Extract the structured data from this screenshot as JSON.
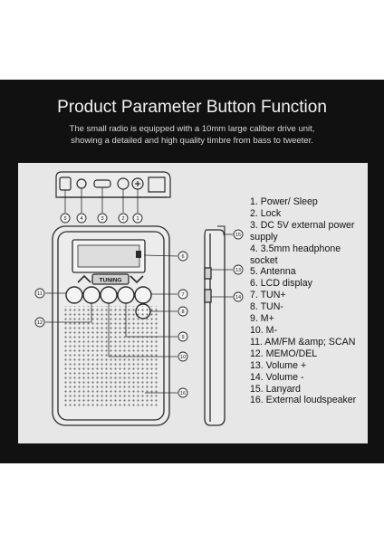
{
  "header": {
    "title": "Product Parameter Button Function",
    "subtitle_line1": "The small radio is equipped with a 10mm large caliber drive unit,",
    "subtitle_line2": "showing a detailed and high quality timbre from bass to tweeter."
  },
  "device": {
    "tuning_label": "TUNING"
  },
  "legend": {
    "items": [
      "1. Power/ Sleep",
      "2. Lock",
      "3. DC 5V external power",
      "supply",
      "4. 3.5mm headphone",
      "socket",
      "5. Antenna",
      "6. LCD display",
      "7. TUN+",
      "8. TUN-",
      "9. M+",
      "10. M-",
      "11. AM/FM &amp; SCAN",
      "12. MEMO/DEL",
      "13. Volume +",
      "14. Volume -",
      "15. Lanyard",
      "16. External loudspeaker"
    ]
  },
  "markers": [
    "1",
    "2",
    "3",
    "4",
    "5",
    "6",
    "7",
    "8",
    "9",
    "10",
    "11",
    "12",
    "13",
    "14",
    "15",
    "16"
  ],
  "colors": {
    "panel": "#111111",
    "card": "#e7e7e7",
    "line": "#2a2a2a"
  }
}
